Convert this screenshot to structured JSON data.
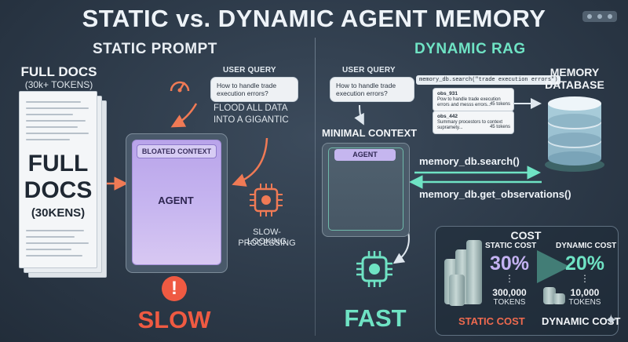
{
  "title": "STATIC vs. DYNAMIC AGENT MEMORY",
  "colors": {
    "accent_teal": "#6fe3c4",
    "accent_orange": "#f07a55",
    "bloated_purple": "#b59ce8",
    "slow_red": "#ef5a42"
  },
  "left": {
    "heading": "STATIC PROMPT",
    "full_docs_label": "FULL DOCS",
    "full_docs_sub": "(30k+ TOKENS)",
    "doc_big_1": "FULL",
    "doc_big_2": "DOCS",
    "doc_big_3": "(30KENS)",
    "user_query_label": "USER QUERY",
    "query_text": "How to handle trade execution errors?",
    "flood_1": "FLOOD ALL DATA",
    "flood_2": "INTO A GIGANTIC",
    "bloated_label": "BLOATED CONTEXT",
    "agent_label": "AGENT",
    "processing_1": "SLOW-LOOKING",
    "processing_2": "PROCESSING",
    "result": "SLOW"
  },
  "right": {
    "heading": "DYNAMIC RAG",
    "user_query_label": "USER QUERY",
    "query_text": "How to handle trade execution errors?",
    "search_call": "memory_db.search(\"trade execution errors\")",
    "memory_label_1": "MEMORY",
    "memory_label_2": "DATABASE",
    "minimal_label": "MINIMAL CONTEXT",
    "agent_label": "AGENT",
    "obs1_id": "obs_931",
    "obs1_text": "Pow to handle trade execution errors and messs errors...",
    "obs1_tokens": "45 tokens",
    "obs2_id": "obs_442",
    "obs2_text": "Summary procestors to context supramety...",
    "obs2_tokens": "45 tokens",
    "call_search": "memory_db.search()",
    "call_get": "memory_db.get_observations()",
    "result": "FAST"
  },
  "cost": {
    "title": "COST",
    "static_label": "STATIC COST",
    "static_pct": "30%",
    "static_tokens_num": "300,000",
    "static_tokens_unit": "TOKENS",
    "dynamic_label": "DYNAMIC COST",
    "dynamic_pct": "20%",
    "dynamic_tokens_num": "10,000",
    "dynamic_tokens_unit": "TOKENS",
    "bottom_static": "STATIC COST",
    "bottom_dynamic": "DYNAMIC COST",
    "dots": "⋮"
  }
}
